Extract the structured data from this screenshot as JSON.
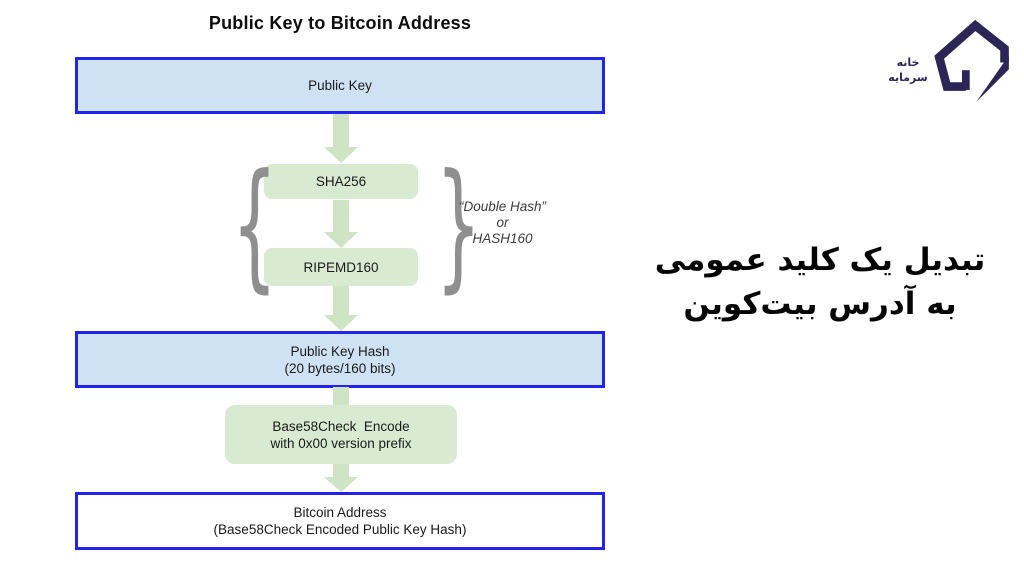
{
  "title": "Public Key to Bitcoin Address",
  "nodes": {
    "public_key": {
      "label": "Public Key"
    },
    "sha256": {
      "label": "SHA256"
    },
    "ripemd160": {
      "label": "RIPEMD160"
    },
    "public_key_hash": {
      "label": "Public Key Hash",
      "sublabel": "(20 bytes/160 bits)"
    },
    "base58check": {
      "label": "Base58Check  Encode",
      "sublabel": "with 0x00 version prefix"
    },
    "bitcoin_address": {
      "label": "Bitcoin Address",
      "sublabel": "(Base58Check Encoded Public Key Hash)"
    }
  },
  "annotation": {
    "line1": "“Double Hash”",
    "line2": "or",
    "line3": "HASH160"
  },
  "braces": {
    "left": "{",
    "right": "}"
  },
  "caption": {
    "line1": "تبدیل یک کلید عمومی",
    "line2": "به آدرس بیت‌کوین"
  },
  "logo": {
    "line1": "خانه",
    "line2": "سرمایه"
  },
  "colors": {
    "box_blue_fill": "#cfe2f3",
    "box_blue_border": "#2323ee",
    "box_green_fill": "#d9ead3",
    "arrow_green": "#cfe3c5",
    "brace_gray": "#8f8f8f",
    "logo_navy": "#2b2656",
    "annotation_text": "#3c3c3c"
  }
}
